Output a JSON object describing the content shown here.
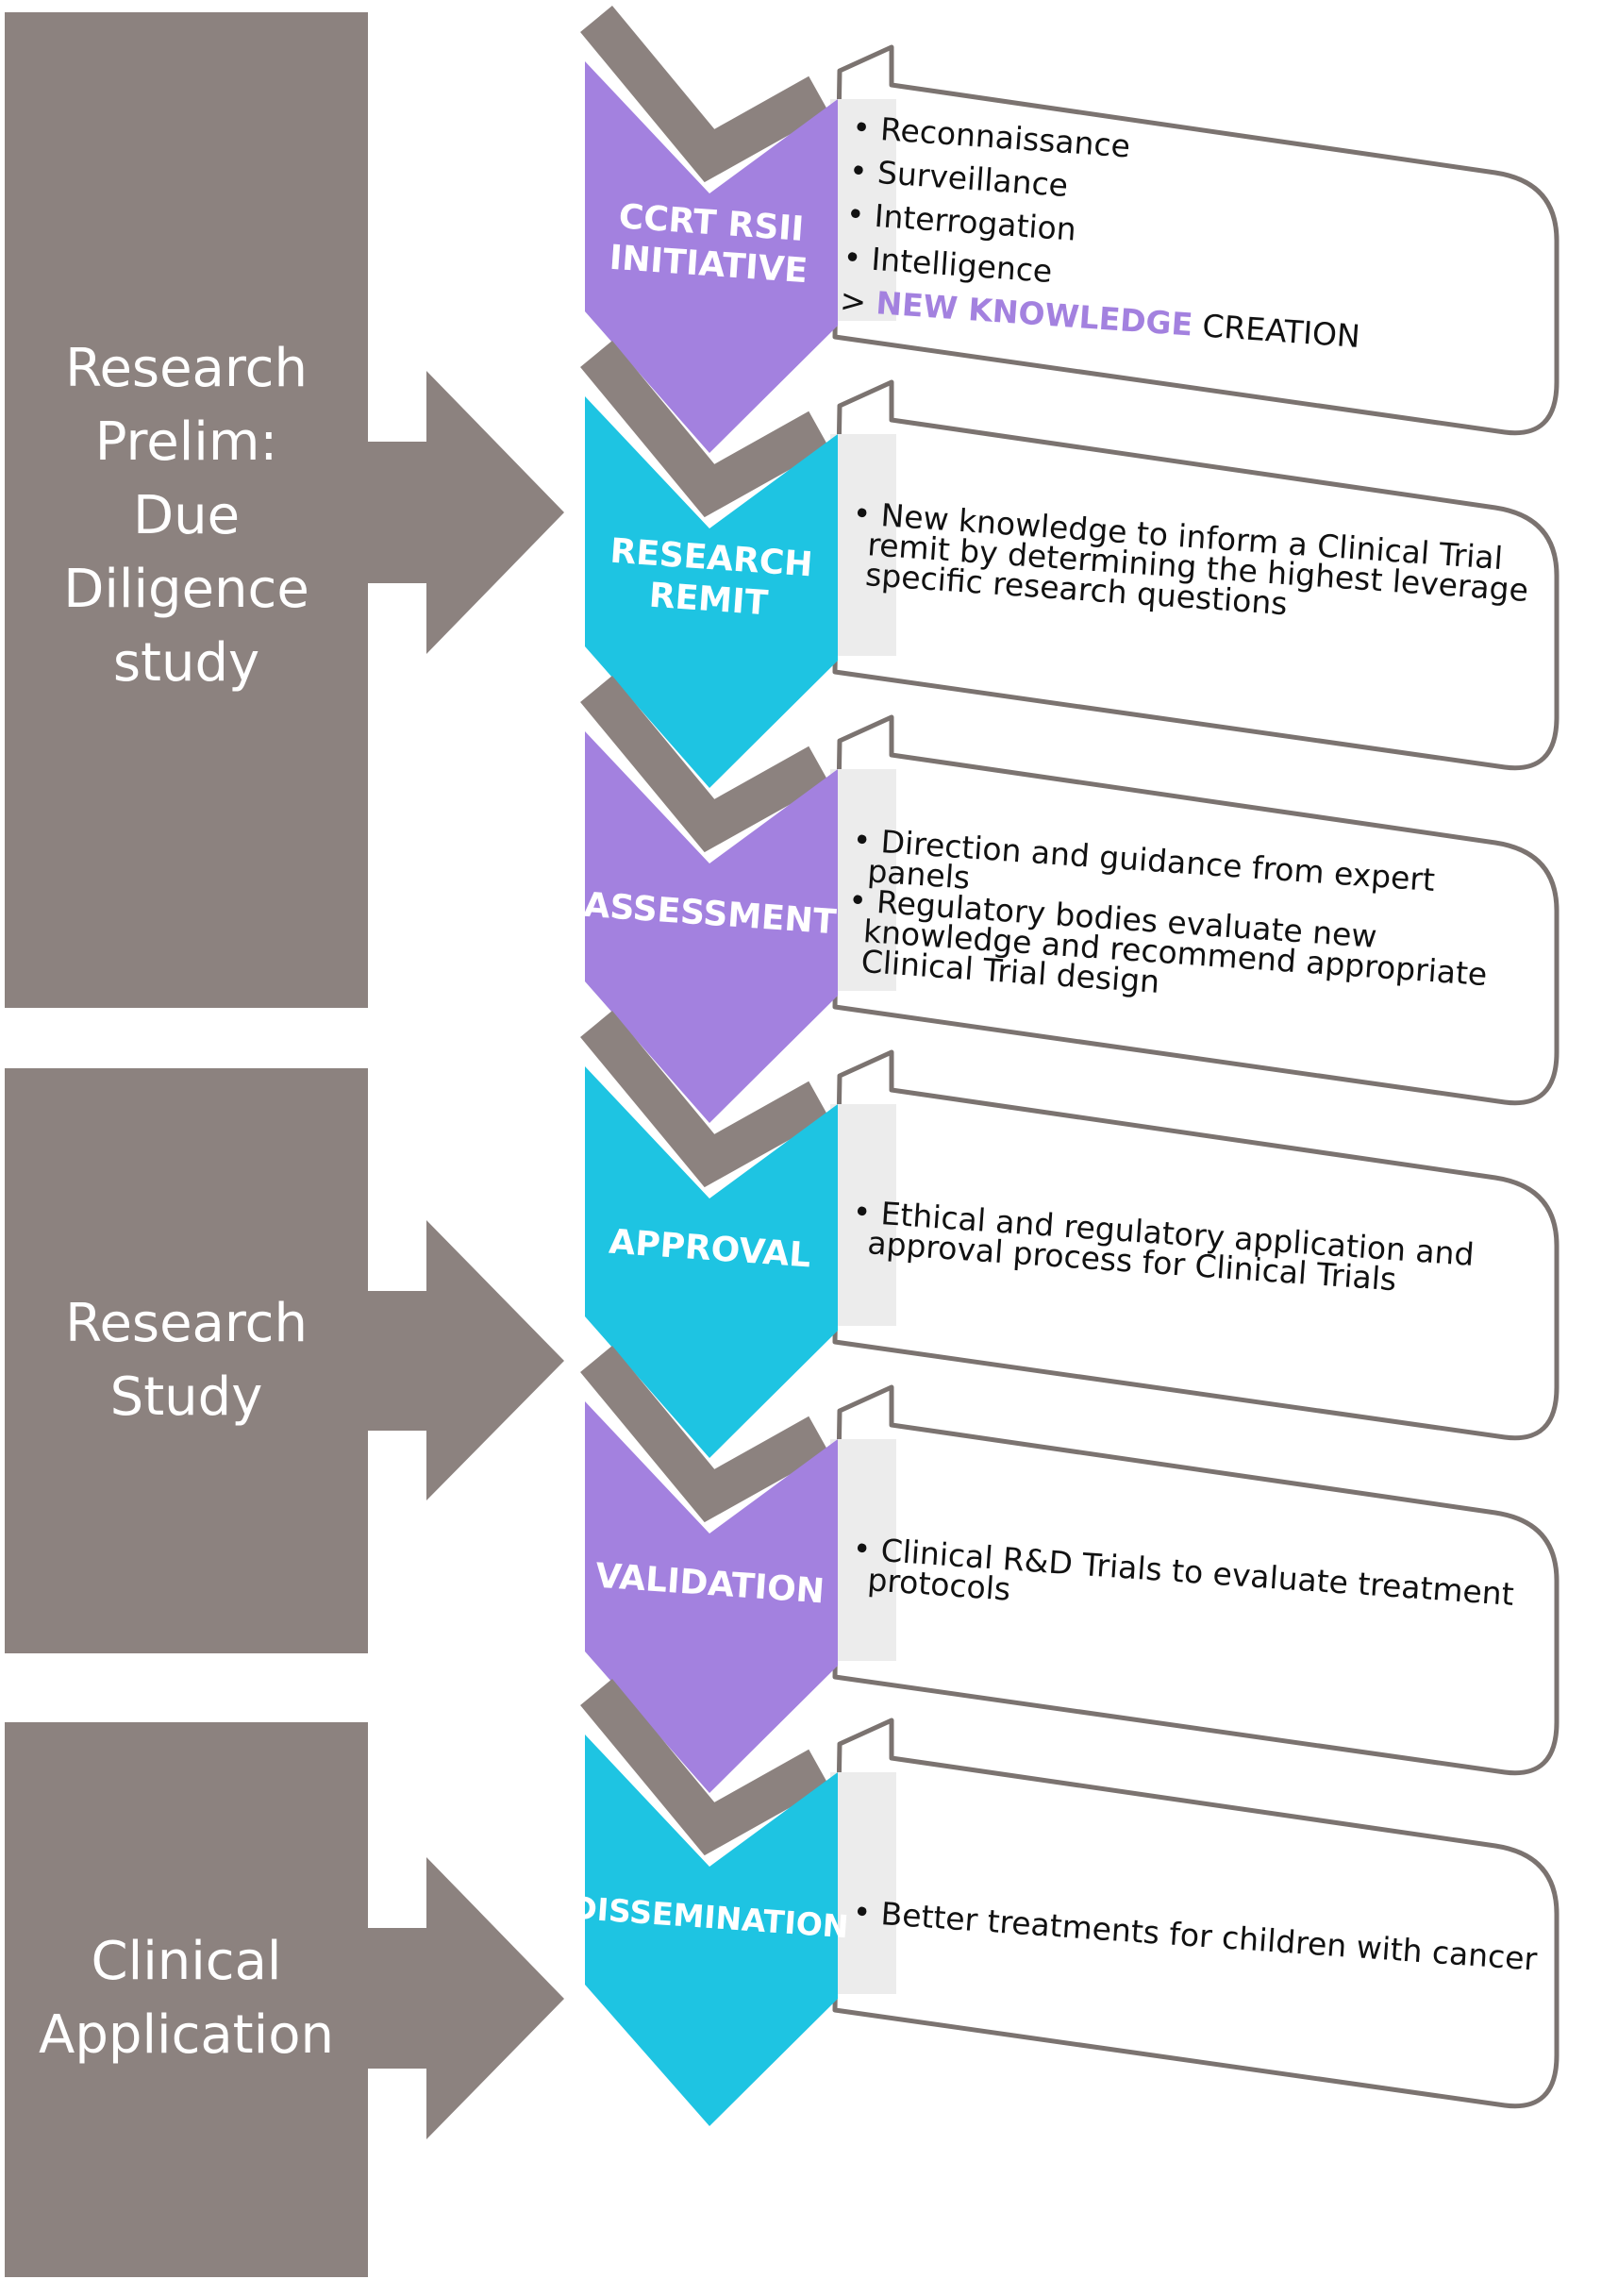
{
  "phases": [
    {
      "lines": [
        "Research",
        "Prelim:",
        "Due",
        "Diligence",
        "study"
      ]
    },
    {
      "lines": [
        "Research",
        "Study"
      ]
    },
    {
      "lines": [
        "Clinical",
        "Application"
      ]
    }
  ],
  "steps": [
    {
      "label_lines": [
        "CCRT RSII",
        "INITIATIVE"
      ],
      "color": "#a381df"
    },
    {
      "label_lines": [
        "RESEARCH",
        "REMIT"
      ],
      "color": "#1ec4e2"
    },
    {
      "label_lines": [
        "ASSESSMENT"
      ],
      "color": "#a381df"
    },
    {
      "label_lines": [
        "APPROVAL"
      ],
      "color": "#1ec4e2"
    },
    {
      "label_lines": [
        "VALIDATION"
      ],
      "color": "#a381df"
    },
    {
      "label_lines": [
        "DISSEMINATION"
      ],
      "color": "#1ec4e2"
    }
  ],
  "boxes": [
    {
      "bullets": [
        "Reconnaissance",
        "Surveillance",
        "Interrogation",
        "Intelligence"
      ],
      "extra": {
        "prefix": "> ",
        "highlight": "NEW KNOWLEDGE",
        "suffix": " CREATION"
      }
    },
    {
      "bullets": [
        "New knowledge to inform a Clinical Trial remit by determining the highest leverage specific research questions"
      ]
    },
    {
      "bullets": [
        "Direction and guidance from expert panels",
        "Regulatory bodies evaluate new knowledge and recommend appropriate Clinical Trial design"
      ]
    },
    {
      "bullets": [
        "Ethical and regulatory application and approval process for Clinical Trials"
      ]
    },
    {
      "bullets": [
        "Clinical R&D Trials to evaluate treatment protocols"
      ]
    },
    {
      "bullets": [
        "Better treatments for children with cancer"
      ]
    }
  ],
  "colors": {
    "phase_gray": "#8c827f",
    "purple": "#a381df",
    "cyan": "#1ec4e2",
    "check_gray": "#8c827f",
    "box_border": "#7b7370"
  }
}
